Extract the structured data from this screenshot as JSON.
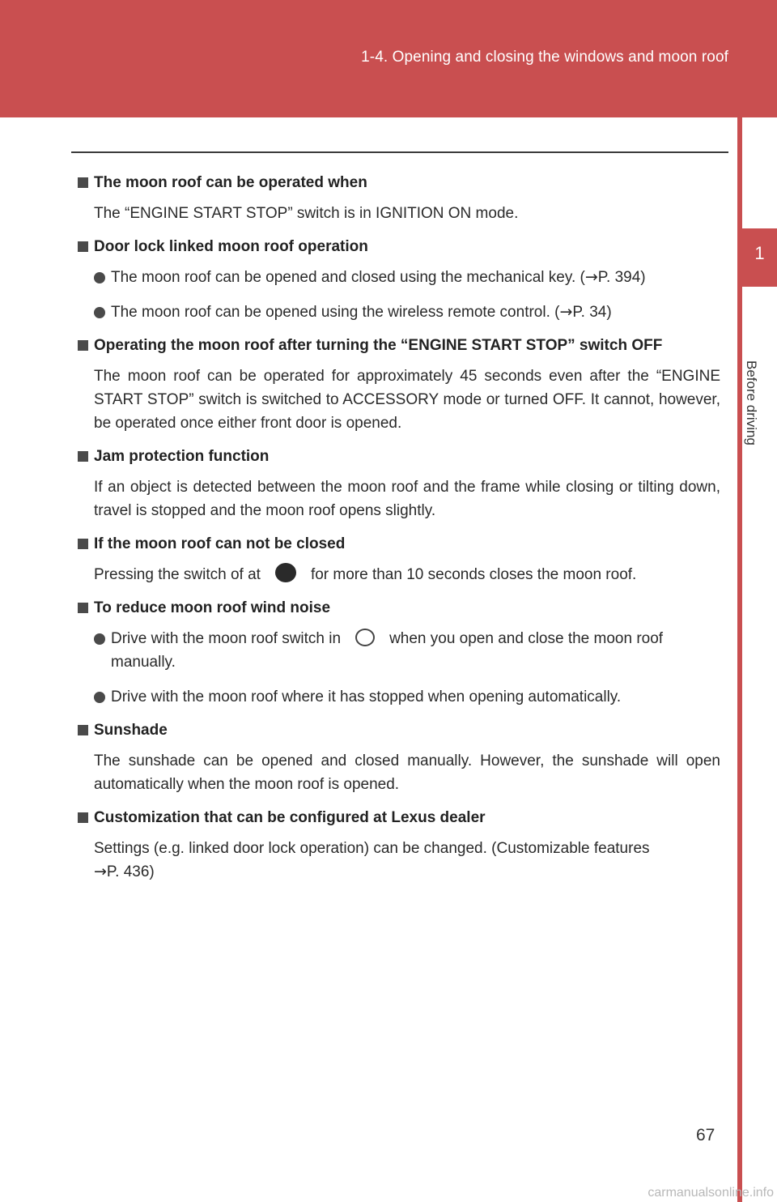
{
  "header": {
    "title": "1-4. Opening and closing the windows and moon roof"
  },
  "side_tab": {
    "number": "1",
    "label": "Before driving"
  },
  "sections": {
    "s1": {
      "heading": "The moon roof can be operated when",
      "text": "The “ENGINE START STOP” switch is in IGNITION ON mode."
    },
    "s2": {
      "heading": "Door lock linked moon roof operation",
      "bullet1_text": "The moon roof can be opened and closed using the mechanical key. (",
      "bullet1_ref": "P. 394)",
      "bullet2_text": "The moon roof can be opened using the wireless remote control. (",
      "bullet2_ref": "P. 34)"
    },
    "s3": {
      "heading": "Operating the moon roof after turning the “ENGINE START STOP” switch OFF",
      "text": "The moon roof can be operated for approximately 45 seconds even after the “ENGINE START STOP” switch is switched to ACCESSORY mode or turned OFF. It cannot, however, be operated once either front door is opened."
    },
    "s4": {
      "heading": "Jam protection function",
      "text": "If an object is detected between the moon roof and the frame while closing or tilting down, travel is stopped and the moon roof opens slightly."
    },
    "s5": {
      "heading": "If the moon roof can not be closed",
      "text_before": "Pressing the switch of at",
      "text_after": "for more than 10 seconds closes the moon roof."
    },
    "s6": {
      "heading": "To reduce moon roof wind noise",
      "bullet1_before": "Drive with the moon roof switch in",
      "bullet1_after": "when you open and close the moon roof manually.",
      "bullet2_text": "Drive with the moon roof where it has stopped when opening automatically."
    },
    "s7": {
      "heading": "Sunshade",
      "text": "The sunshade can be opened and closed manually. However, the sunshade will open automatically when the moon roof is opened."
    },
    "s8": {
      "heading": "Customization that can be configured at Lexus dealer",
      "text": "Settings (e.g. linked door lock operation) can be changed. (Customizable features",
      "ref": "P. 436)"
    }
  },
  "arrow_glyph": "→",
  "page_number": "67",
  "watermark": "carmanualsonline.info",
  "colors": {
    "accent": "#c94f50",
    "text": "#2a2a2a"
  }
}
